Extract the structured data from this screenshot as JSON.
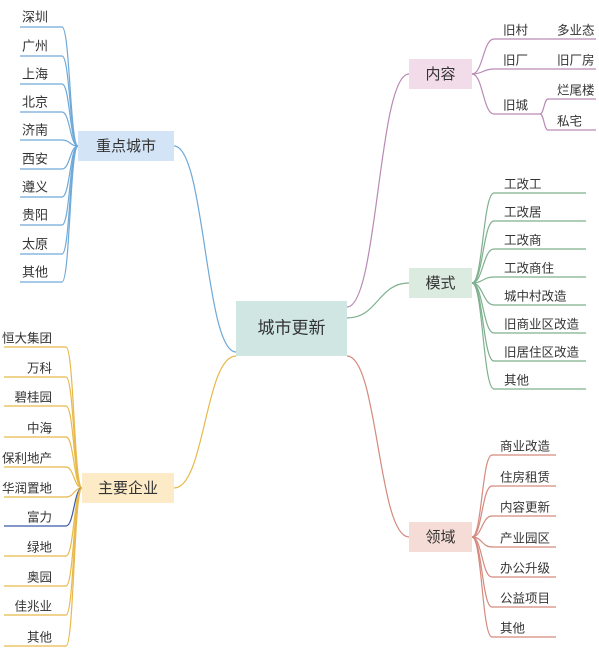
{
  "center": {
    "label": "城市更新",
    "fill": "#cfe6e2",
    "color": "#333333"
  },
  "branches": [
    {
      "key": "cities",
      "label": "重点城市",
      "fill": "#d4e4f7",
      "stroke": "#6fa9d8",
      "items": [
        "深圳",
        "广州",
        "上海",
        "北京",
        "济南",
        "西安",
        "遵义",
        "贵阳",
        "太原",
        "其他"
      ]
    },
    {
      "key": "companies",
      "label": "主要企业",
      "fill": "#fdebc8",
      "stroke": "#e8b94a",
      "items": [
        "恒大集团",
        "万科",
        "碧桂园",
        "中海",
        "保利地产",
        "华润置地",
        "富力",
        "绿地",
        "奥园",
        "佳兆业",
        "其他"
      ],
      "highlight_index": 6,
      "highlight_stroke": "#3a5aa8"
    },
    {
      "key": "content",
      "label": "内容",
      "fill": "#f3dcea",
      "stroke": "#b98ab5",
      "items": [
        {
          "label": "旧村",
          "children": [
            "多业态"
          ]
        },
        {
          "label": "旧厂",
          "children": [
            "旧厂房"
          ]
        },
        {
          "label": "旧城",
          "children": [
            "烂尾楼",
            "私宅"
          ]
        }
      ]
    },
    {
      "key": "mode",
      "label": "模式",
      "fill": "#dcebe0",
      "stroke": "#7fb08e",
      "items": [
        "工改工",
        "工改居",
        "工改商",
        "工改商住",
        "城中村改造",
        "旧商业区改造",
        "旧居住区改造",
        "其他"
      ]
    },
    {
      "key": "domain",
      "label": "领域",
      "fill": "#f6dcd6",
      "stroke": "#d48a7e",
      "items": [
        "商业改造",
        "住房租赁",
        "内容更新",
        "产业园区",
        "办公升级",
        "公益项目",
        "其他"
      ]
    }
  ]
}
